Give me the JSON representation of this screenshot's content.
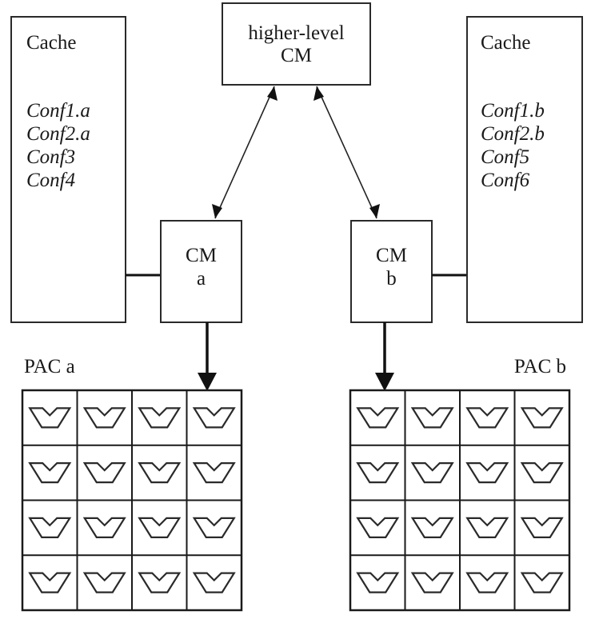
{
  "diagram": {
    "higher_cm": {
      "label_line1": "higher-level",
      "label_line2": "CM"
    },
    "cache_a": {
      "title": "Cache",
      "entries": [
        "Conf1.a",
        "Conf2.a",
        "Conf3",
        "Conf4"
      ]
    },
    "cache_b": {
      "title": "Cache",
      "entries": [
        "Conf1.b",
        "Conf2.b",
        "Conf5",
        "Conf6"
      ]
    },
    "cm_a": {
      "label_line1": "CM",
      "label_line2": "a"
    },
    "cm_b": {
      "label_line1": "CM",
      "label_line2": "b"
    },
    "pac_a": {
      "label": "PAC a",
      "rows": 4,
      "cols": 4,
      "cell_icon": "trapezoid-v-cell-icon"
    },
    "pac_b": {
      "label": "PAC b",
      "rows": 4,
      "cols": 4,
      "cell_icon": "trapezoid-v-cell-icon"
    },
    "connections": [
      {
        "from": "higher_cm",
        "to": "cm_a",
        "type": "bidirectional-arrow"
      },
      {
        "from": "higher_cm",
        "to": "cm_b",
        "type": "bidirectional-arrow"
      },
      {
        "from": "cache_a",
        "to": "cm_a",
        "type": "line"
      },
      {
        "from": "cache_b",
        "to": "cm_b",
        "type": "line"
      },
      {
        "from": "cm_a",
        "to": "pac_a",
        "type": "arrow"
      },
      {
        "from": "cm_b",
        "to": "pac_b",
        "type": "arrow"
      }
    ]
  }
}
